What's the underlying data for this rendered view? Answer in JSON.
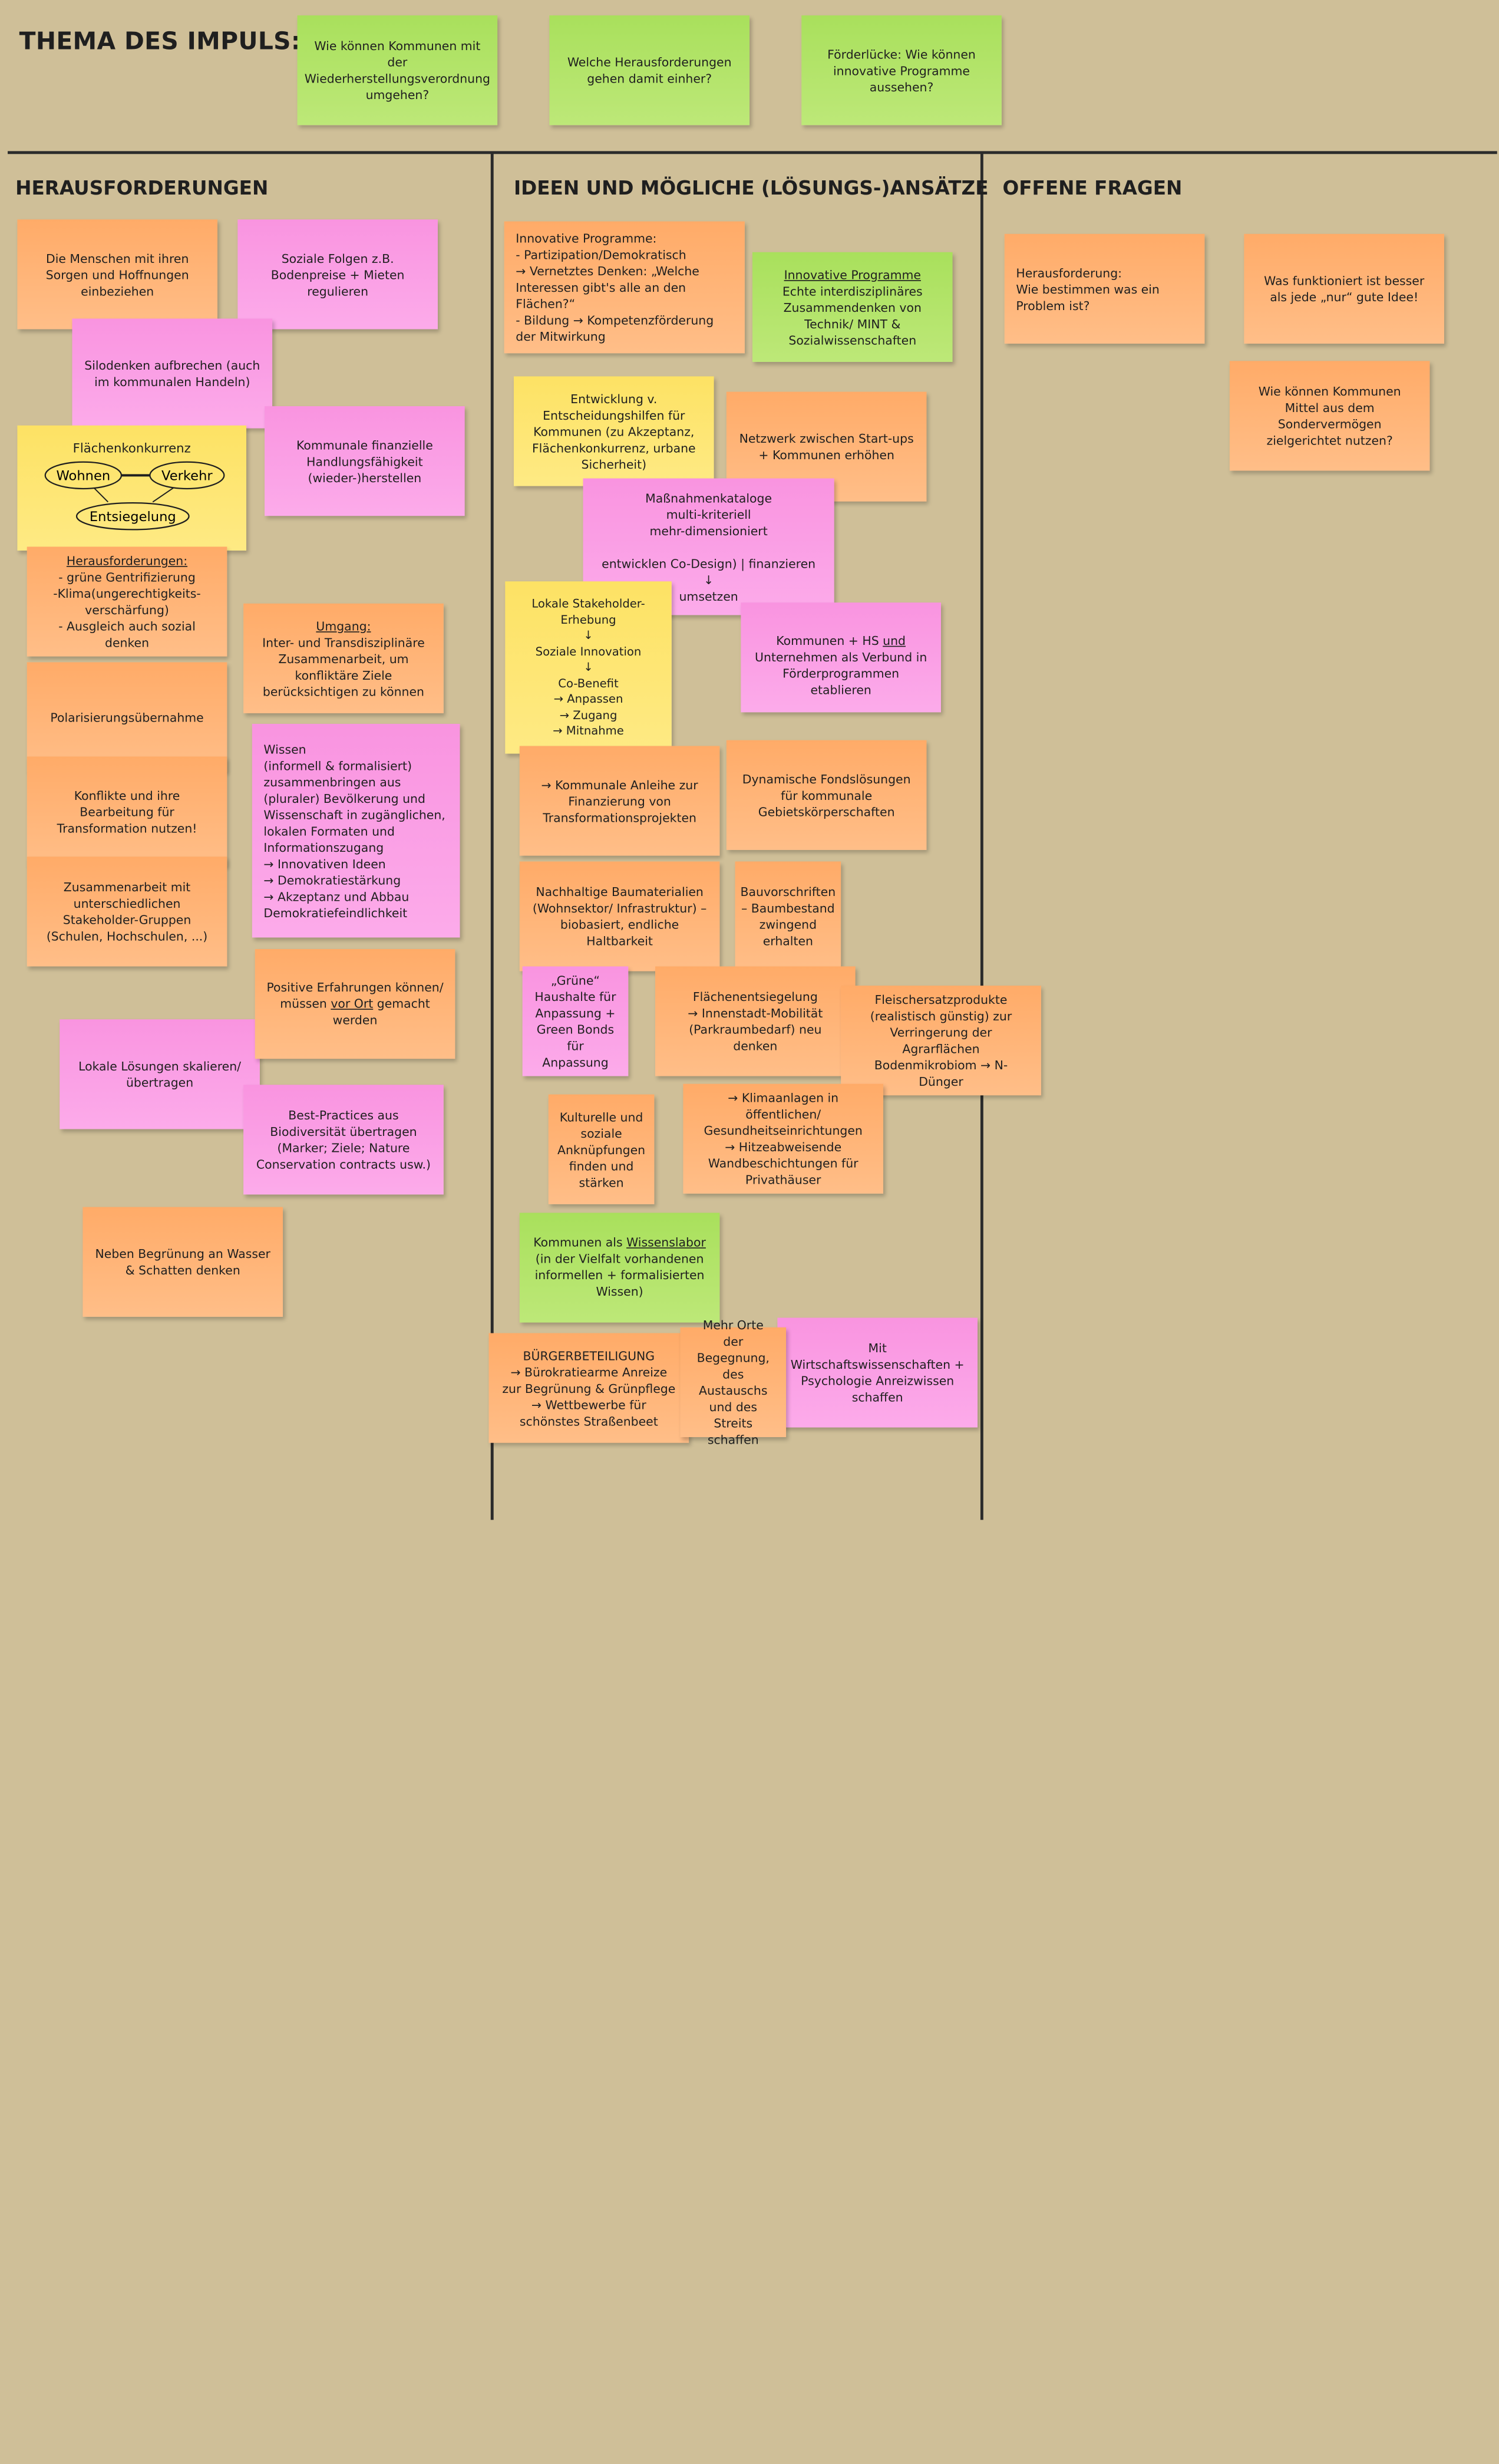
{
  "title": "THEMA DES IMPULS:",
  "questions": [
    "Wie können Kommunen mit der Wiederherstellungsverordnung umgehen?",
    "Welche Herausforderungen gehen damit einher?",
    "Förderlücke: Wie können innovative Programme aussehen?"
  ],
  "columns": {
    "challenges": "HERAUSFORDERUNGEN",
    "ideas": "IDEEN UND MÖGLICHE (LÖSUNGS-)ANSÄTZE",
    "open": "OFFENE FRAGEN"
  },
  "challenges": {
    "c1": "Die Menschen mit ihren Sorgen und Hoffnungen einbeziehen",
    "c2": "Soziale Folgen z.B. Bodenpreise + Mieten regulieren",
    "c3": "Silodenken aufbrechen (auch im kommunalen Handeln)",
    "c4_title": "Flächenkonkurrenz",
    "c4_a": "Wohnen",
    "c4_b": "Verkehr",
    "c4_c": "Entsiegelung",
    "c5": "Kommunale finanzielle Handlungsfähigkeit (wieder-)herstellen",
    "c6_title": "Herausforderungen:",
    "c6_body": "- grüne Gentrifizierung\n-Klima(ungerechtigkeits-\nverschärfung)\n- Ausgleich auch sozial denken",
    "c7_title": "Umgang:",
    "c7_body": "Inter- und Transdisziplinäre Zusammenarbeit, um konfliktäre Ziele berücksichtigen zu können",
    "c8": "Polarisierungsübernahme",
    "c9": "Wissen\n(informell & formalisiert)\nzusammenbringen aus\n(pluraler) Bevölkerung und\nWissenschaft in zugänglichen,\nlokalen Formaten und\nInformationszugang\n→ Innovativen Ideen\n→ Demokratiestärkung\n→ Akzeptanz und Abbau\nDemokratiefeindlichkeit",
    "c10": "Konflikte und ihre Bearbeitung für Transformation nutzen!",
    "c11": "Zusammenarbeit mit unterschiedlichen Stakeholder-Gruppen (Schulen, Hochschulen, ...)",
    "c12_a": "Positive Erfahrungen können/ müssen ",
    "c12_u": "vor Ort",
    "c12_b": " gemacht werden",
    "c13": "Lokale Lösungen skalieren/ übertragen",
    "c14": "Best-Practices aus Biodiversität übertragen (Marker; Ziele; Nature Conservation contracts usw.)",
    "c15": "Neben Begrünung an Wasser & Schatten denken"
  },
  "ideas": {
    "i1": "Innovative Programme:\n- Partizipation/Demokratisch\n→ Vernetztes Denken: „Welche Interessen gibt's alle an den Flächen?“\n- Bildung → Kompetenzförderung der Mitwirkung",
    "i2_title": "Innovative Programme",
    "i2_body": "Echte interdisziplinäres Zusammendenken von Technik/ MINT & Sozialwissenschaften",
    "i3": "Entwicklung v. Entscheidungshilfen für Kommunen (zu Akzeptanz, Flächenkonkurrenz, urbane Sicherheit)",
    "i4": "Netzwerk zwischen Start-ups + Kommunen erhöhen",
    "i5": "Maßnahmenkataloge\nmulti-kriteriell\nmehr-dimensioniert\n\nentwicklen Co-Design) | finanzieren\n↓\numsetzen",
    "i6": "Lokale Stakeholder-\nErhebung\n↓\nSoziale Innovation\n↓\nCo-Benefit\n→ Anpassen\n→ Zugang\n→ Mitnahme",
    "i7_a": "Kommunen + HS ",
    "i7_u": "und ",
    "i7_b": "Unternehmen als Verbund in Förderprogrammen   etablieren",
    "i8": "→ Kommunale Anleihe zur Finanzierung von Transformationsprojekten",
    "i9": "Dynamische Fondslösungen für kommunale Gebietskörperschaften",
    "i10": "Nachhaltige Baumaterialien (Wohnsektor/ Infrastruktur) – biobasiert, endliche Haltbarkeit",
    "i11": "Bauvorschriften\n– Baumbestand zwingend erhalten",
    "i12": "„Grüne“ Haushalte für Anpassung + Green Bonds für Anpassung",
    "i13": "Flächenentsiegelung\n→ Innenstadt-Mobilität (Parkraumbedarf) neu denken",
    "i14": "Fleischersatzprodukte (realistisch günstig) zur Verringerung der Agrarflächen Bodenmikrobiom → N-Dünger",
    "i15": "Kulturelle und soziale Anknüpfungen finden und stärken",
    "i16": "→ Klimaanlagen in öffentlichen/ Gesundheitseinrichtungen\n→ Hitzeabweisende Wandbeschichtungen für Privathäuser",
    "i17_a": "Kommunen als ",
    "i17_u": "Wissenslabor",
    "i17_b": " (in der Vielfalt vorhandenen informellen + formalisierten Wissen)",
    "i18": "BÜRGERBETEILIGUNG\n→ Bürokratiearme Anreize zur Begrünung & Grünpflege\n→ Wettbewerbe für schönstes Straßenbeet",
    "i19": "Mehr Orte der Begegnung, des Austauschs und des Streits schaffen",
    "i20": "Mit Wirtschaftswissenschaften + Psychologie Anreizwissen schaffen"
  },
  "open": {
    "o1": "Herausforderung:\nWie bestimmen was ein Problem ist?",
    "o2": "Was funktioniert ist besser als jede „nur“ gute Idee!",
    "o3": "Wie können Kommunen Mittel aus dem Sondervermögen zielgerichtet nutzen?"
  },
  "colors": {
    "board": "#cfbf98",
    "orange": "#ffb478",
    "pink": "#fa9fe5",
    "green": "#b3e46a",
    "yellow": "#fde674"
  }
}
